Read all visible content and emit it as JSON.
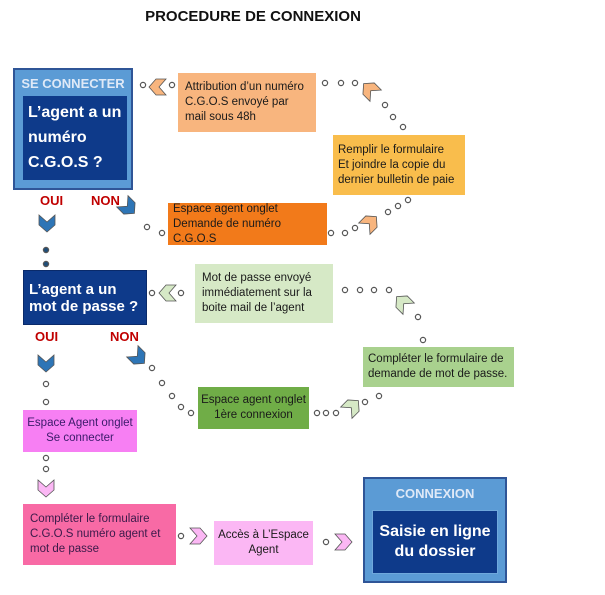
{
  "title": "PROCEDURE DE CONNEXION",
  "step1": {
    "header": "SE CONNECTER",
    "question": "L’agent a un numéro C.G.O.S ?"
  },
  "step1_yes": "OUI",
  "step1_no": "NON",
  "cgos_request": "Espace agent onglet Demande de numéro C.G.O.S",
  "fill_form": [
    "Remplir le formulaire",
    "Et joindre la copie du",
    "dernier bulletin de paie"
  ],
  "cgos_attribution": "Attribution d’un numéro C.G.O.S envoyé par mail sous 48h",
  "step2": {
    "question": "L’agent a un mot de passe ?"
  },
  "step2_yes": "OUI",
  "step2_no": "NON",
  "password_sent": "Mot de passe envoyé immédiatement sur la boite mail de l’agent",
  "password_form": "Compléter le formulaire de demande de mot de passe.",
  "first_connection": "Espace agent onglet 1ère connexion",
  "connect_tab": "Espace Agent onglet Se connecter",
  "login_form": "Compléter le formulaire C.G.O.S numéro agent et mot de passe",
  "access": "Accès à L’Espace Agent",
  "final": {
    "header": "CONNEXION",
    "text": "Saisie en ligne du dossier"
  },
  "colors": {
    "blue_dark": "#0e3a8a",
    "blue_light": "#5b9bd5",
    "orange_light": "#f8b57e",
    "orange_mid": "#f9bd4c",
    "orange_dark": "#f27a1a",
    "green_light": "#d6e9c6",
    "green_mid": "#a9d18e",
    "green_dark": "#70ad47",
    "magenta": "#f77ff3",
    "pink": "#f86aa5",
    "pink_light": "#fbb7f4",
    "red": "#c00000"
  }
}
